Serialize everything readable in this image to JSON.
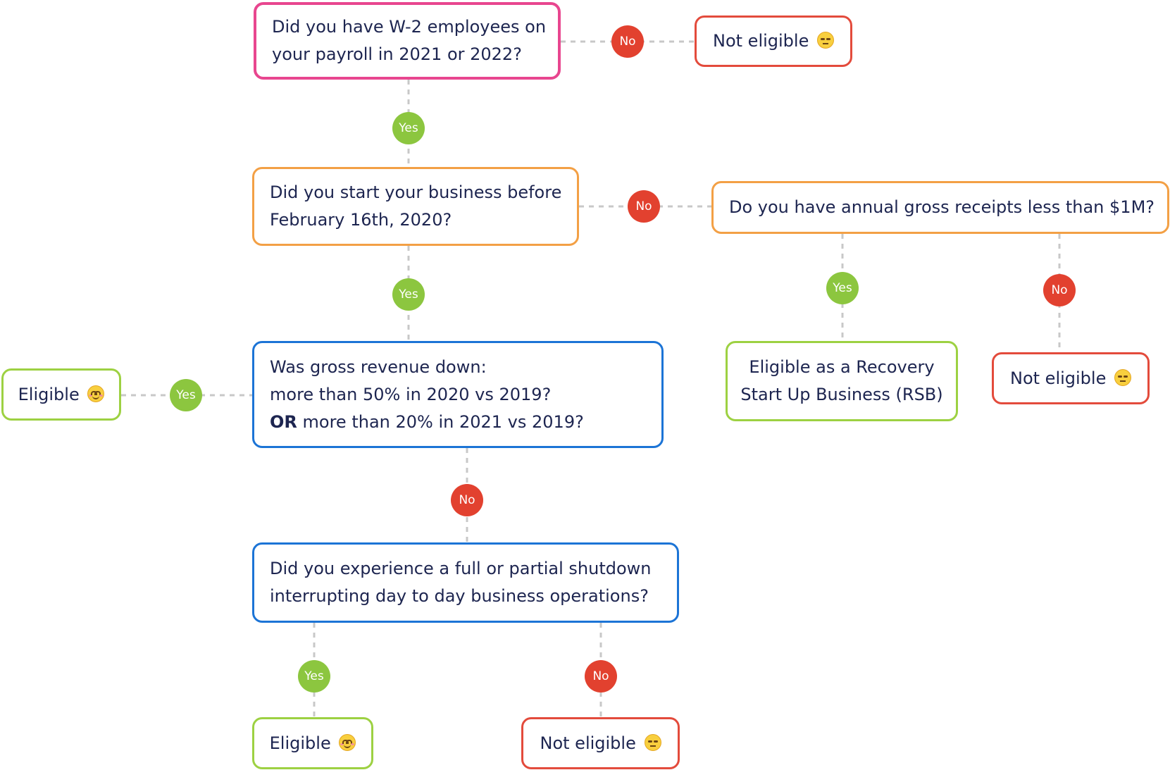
{
  "nodes": {
    "q_w2": {
      "lines": [
        "Did you have W-2 employees on",
        "your payroll in 2021 or 2022?"
      ]
    },
    "not_eligible_1": {
      "label": "Not eligible",
      "emoji": "unhappy-face-icon"
    },
    "q_start": {
      "lines": [
        "Did you start your business before",
        "February 16th, 2020?"
      ]
    },
    "q_receipts": {
      "lines": [
        "Do you have annual gross receipts less than $1M?"
      ]
    },
    "q_revenue": {
      "lines": [
        "Was gross revenue down:",
        "more than 50% in 2020 vs 2019?"
      ],
      "line3_bold": "OR",
      "line3_rest": " more than 20% in 2021 vs 2019?"
    },
    "eligible_rsb": {
      "lines": [
        "Eligible as a Recovery",
        "Start Up Business (RSB)"
      ]
    },
    "not_eligible_2": {
      "label": "Not eligible",
      "emoji": "unhappy-face-icon"
    },
    "eligible_1": {
      "label": "Eligible",
      "emoji": "happy-face-icon"
    },
    "q_shutdown": {
      "lines": [
        "Did you experience a full or partial shutdown",
        "interrupting day to day business operations?"
      ]
    },
    "eligible_2": {
      "label": "Eligible",
      "emoji": "happy-face-icon"
    },
    "not_eligible_3": {
      "label": "Not eligible",
      "emoji": "unhappy-face-icon"
    }
  },
  "badges": {
    "yes_label": "Yes",
    "no_label": "No"
  },
  "colors": {
    "pink": "#e8468f",
    "orange": "#f3a045",
    "blue": "#1c74d6",
    "green": "#9dd142",
    "red": "#e34b3c",
    "yes_badge": "#8cc63f",
    "no_badge": "#e2412f",
    "connector": "#c8c8c8",
    "text": "#1d2550"
  }
}
